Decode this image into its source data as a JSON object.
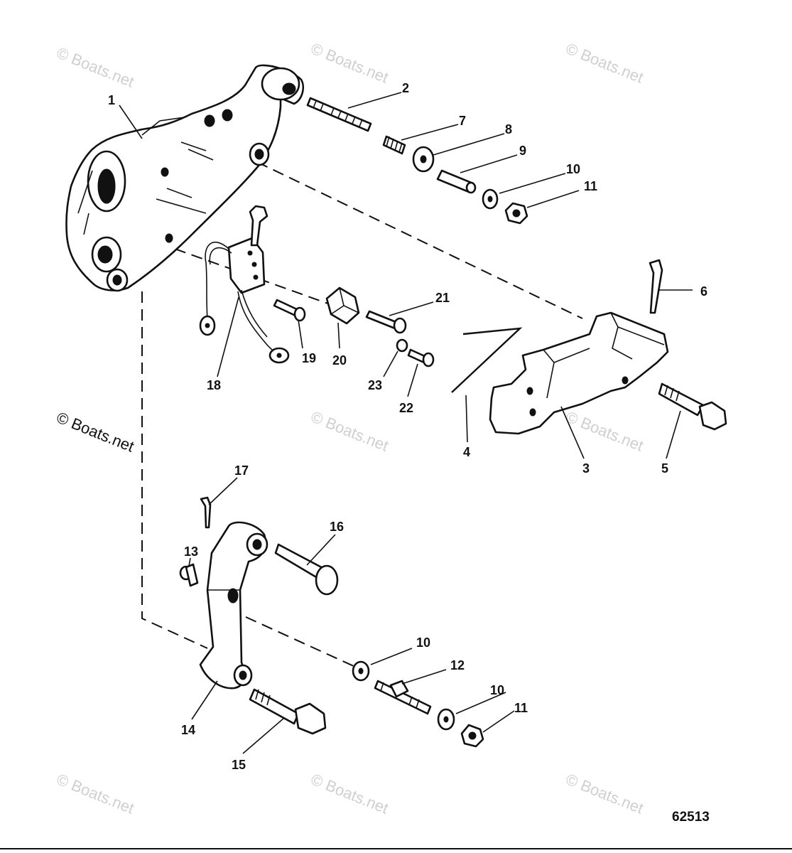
{
  "watermark": {
    "text": "© Boats.net"
  },
  "figure_number": "62513",
  "callouts": {
    "c1": "1",
    "c2": "2",
    "c3": "3",
    "c4": "4",
    "c5": "5",
    "c6": "6",
    "c7": "7",
    "c8": "8",
    "c9": "9",
    "c10a": "10",
    "c10b": "10",
    "c10c": "10",
    "c11a": "11",
    "c11b": "11",
    "c12": "12",
    "c13": "13",
    "c14": "14",
    "c15": "15",
    "c16": "16",
    "c17": "17",
    "c18": "18",
    "c19": "19",
    "c20": "20",
    "c21": "21",
    "c22": "22",
    "c23": "23"
  }
}
